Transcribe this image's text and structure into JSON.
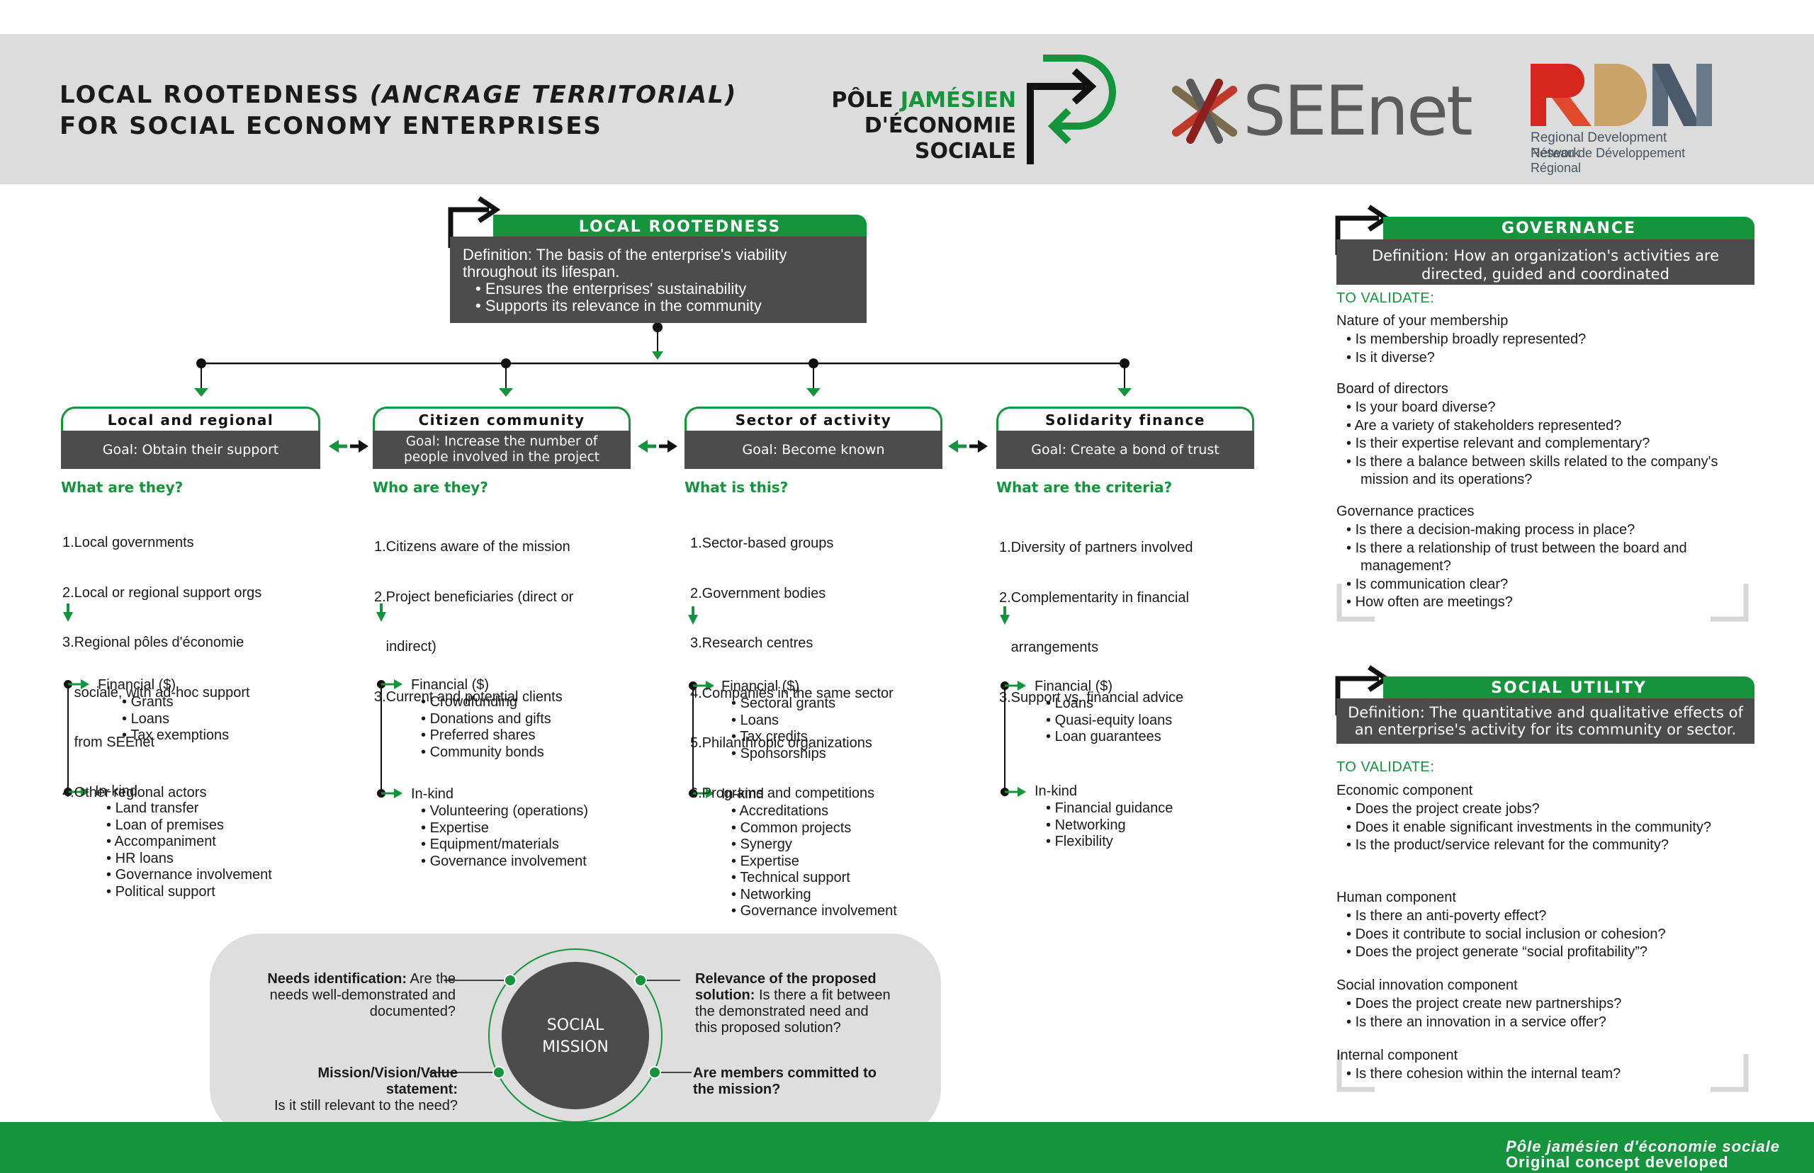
{
  "header": {
    "title_line1_a": "LOCAL ROOTEDNESS ",
    "title_line1_b": "(ANCRAGE TERRITORIAL)",
    "title_line2": "FOR SOCIAL ECONOMY ENTERPRISES",
    "logo_pole": {
      "line1_a": "PÔLE ",
      "line1_b": "JAMÉSIEN",
      "line2": "D'ÉCONOMIE",
      "line3": "SOCIALE"
    },
    "logo_seenet": "SEEnet",
    "logo_rdn": {
      "mark": "RDN",
      "line1": "Regional Development Network",
      "line2": "Réseau de Développement Régional"
    }
  },
  "colors": {
    "green": "#14943c",
    "dark_grey": "#4c4c4c",
    "light_grey": "#dcdcdc"
  },
  "local_rootedness": {
    "title": "LOCAL ROOTEDNESS",
    "definition": "Definition: The basis of the enterprise's viability throughout its lifespan.",
    "bullets": [
      "Ensures the enterprises' sustainability",
      "Supports its relevance in the community"
    ]
  },
  "columns": [
    {
      "title": "Local and regional institutions",
      "goal": "Goal: Obtain their support",
      "question": "What are they?",
      "items": [
        "1.Local governments",
        "2.Local or regional support orgs",
        "3.Regional pôles d'économie",
        "   sociale, with ad-hoc support",
        "   from SEEnet",
        "4.Other regional actors"
      ],
      "financial_label": "Financial ($)",
      "financial": [
        "Grants",
        "Loans",
        "Tax exemptions"
      ],
      "inkind_label": "In-kind",
      "inkind": [
        "Land transfer",
        "Loan of premises",
        "Accompaniment",
        "HR loans",
        "Governance involvement",
        "Political support"
      ]
    },
    {
      "title": "Citizen community",
      "goal": "Goal: Increase the number of people involved in the project",
      "question": "Who are they?",
      "items": [
        "1.Citizens aware of the mission",
        "2.Project beneficiaries (direct or",
        "   indirect)",
        "3.Current and potential clients"
      ],
      "financial_label": "Financial ($)",
      "financial": [
        "Crowdfunding",
        "Donations and gifts",
        "Preferred shares",
        "Community bonds"
      ],
      "inkind_label": "In-kind",
      "inkind": [
        "Volunteering (operations)",
        "Expertise",
        "Equipment/materials",
        "Governance involvement"
      ]
    },
    {
      "title": "Sector of activity",
      "goal": "Goal: Become known",
      "question": "What is this?",
      "items": [
        "1.Sector-based groups",
        "2.Government bodies",
        "3.Research centres",
        "4.Companies in the same sector",
        "5.Philanthropic organizations",
        "6.Programs and competitions"
      ],
      "financial_label": "Financial ($)",
      "financial": [
        "Sectoral grants",
        "Loans",
        "Tax credits",
        "Sponsorships"
      ],
      "inkind_label": "In-kind",
      "inkind": [
        "Accreditations",
        "Common projects",
        "Synergy",
        "Expertise",
        "Technical support",
        "Networking",
        "Governance involvement"
      ]
    },
    {
      "title": "Solidarity finance",
      "goal": "Goal: Create a bond of trust",
      "question": "What are the criteria?",
      "items": [
        "1.Diversity of partners involved",
        "2.Complementarity in financial",
        "   arrangements",
        "3.Support vs. financial advice"
      ],
      "financial_label": "Financial ($)",
      "financial": [
        "Loans",
        "Quasi-equity loans",
        "Loan guarantees"
      ],
      "inkind_label": "In-kind",
      "inkind": [
        "Financial guidance",
        "Networking",
        "Flexibility"
      ]
    }
  ],
  "governance": {
    "title": "GOVERNANCE",
    "definition": "Definition: How an organization's activities are directed, guided and coordinated",
    "to_validate": "TO VALIDATE:",
    "sections": [
      {
        "heading": "Nature of your membership",
        "items": [
          "Is membership broadly represented?",
          "Is it diverse?"
        ]
      },
      {
        "heading": "Board of directors",
        "items": [
          "Is your board diverse?",
          "Are a variety of stakeholders represented?",
          "Is their expertise relevant and complementary?",
          "Is there a balance between skills related to the company's mission and its operations?"
        ]
      },
      {
        "heading": "Governance practices",
        "items": [
          "Is there a decision-making process in place?",
          "Is there a relationship of trust between the board and management?",
          "Is communication clear?",
          "How often are meetings?"
        ]
      }
    ]
  },
  "social_utility": {
    "title": "SOCIAL UTILITY",
    "definition": "Definition: The quantitative and qualitative effects of an enterprise's activity for its community or sector.",
    "to_validate": "TO VALIDATE:",
    "sections": [
      {
        "heading": "Economic component",
        "items": [
          "Does the project create jobs?",
          "Does it enable significant investments in the community?",
          "Is the product/service relevant for the community?"
        ]
      },
      {
        "heading": "Human component",
        "items": [
          "Is there an anti-poverty effect?",
          "Does it contribute to social inclusion or cohesion?",
          "Does the project generate “social profitability”?"
        ]
      },
      {
        "heading": "Social innovation component",
        "items": [
          "Does the project create new partnerships?",
          "Is there an innovation in a service offer?"
        ]
      },
      {
        "heading": "Internal component",
        "items": [
          "Is there cohesion within the internal team?"
        ]
      }
    ]
  },
  "social_mission": {
    "center_line1": "SOCIAL",
    "center_line2": "MISSION",
    "needs_bold": "Needs identification:",
    "needs_rest_1": " Are the",
    "needs_rest_2": "needs well-demonstrated and",
    "needs_rest_3": "documented?",
    "mvv_bold_1": "Mission/Vision/Value",
    "mvv_bold_2": "statement:",
    "mvv_rest": "Is it still relevant to the need?",
    "relevance_bold_1": "Relevance of the proposed",
    "relevance_bold_2": "solution:",
    "relevance_rest_1": " Is there a fit between",
    "relevance_rest_2": "the demonstrated  need and",
    "relevance_rest_3": "this proposed solution?",
    "members_bold_1": "Are members committed to",
    "members_bold_2": "the mission?"
  },
  "footer": {
    "prefix": "Original concept developed by the ",
    "italic": "Pôle jamésien d'économie sociale"
  }
}
